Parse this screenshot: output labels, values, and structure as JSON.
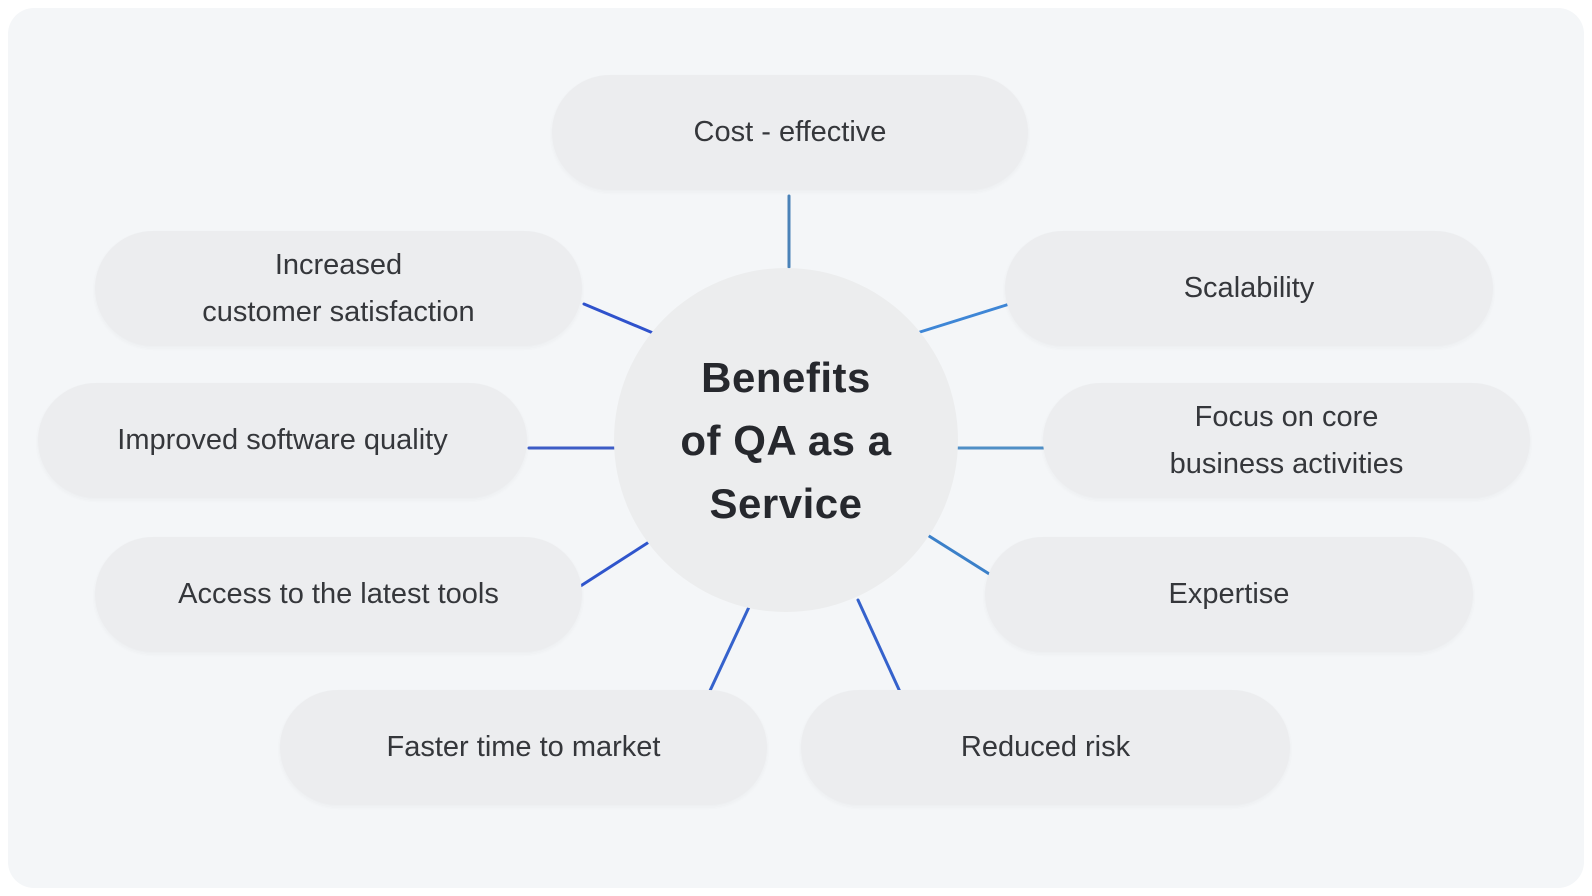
{
  "theme": {
    "canvas-bg": "#FFFFFF",
    "panel-bg": "#F4F6F8",
    "node-bg": "#ECEDEF",
    "node-text": "#35373B",
    "center-bg": "#ECEDEE",
    "center-text": "#26282D"
  },
  "diagram": {
    "center_label": "Benefits\nof QA as a\nService",
    "nodes": [
      {
        "id": "cost-effective",
        "label": "Cost - effective"
      },
      {
        "id": "increased-customer-satisfaction",
        "label": "Increased\ncustomer satisfaction"
      },
      {
        "id": "improved-software-quality",
        "label": "Improved software quality"
      },
      {
        "id": "access-to-the-latest-tools",
        "label": "Access to the latest tools"
      },
      {
        "id": "faster-time-to-market",
        "label": "Faster time to market"
      },
      {
        "id": "reduced-risk",
        "label": "Reduced risk"
      },
      {
        "id": "expertise",
        "label": "Expertise"
      },
      {
        "id": "focus-on-core-business-activities",
        "label": "Focus on core\nbusiness activities"
      },
      {
        "id": "scalability",
        "label": "Scalability"
      }
    ],
    "connectors": [
      {
        "from": "center",
        "to": "cost-effective",
        "color": "#4A82B8"
      },
      {
        "from": "center",
        "to": "increased-customer-satisfaction",
        "color": "#2F52CC"
      },
      {
        "from": "center",
        "to": "improved-software-quality",
        "color": "#3D5CC6"
      },
      {
        "from": "center",
        "to": "access-to-the-latest-tools",
        "color": "#2F55CC"
      },
      {
        "from": "center",
        "to": "faster-time-to-market",
        "color": "#3562CC"
      },
      {
        "from": "center",
        "to": "reduced-risk",
        "color": "#3562CC"
      },
      {
        "from": "center",
        "to": "expertise",
        "color": "#3B80C9"
      },
      {
        "from": "center",
        "to": "focus-on-core-business-activities",
        "color": "#4F8FC6"
      },
      {
        "from": "center",
        "to": "scalability",
        "color": "#3E86D6"
      }
    ]
  }
}
